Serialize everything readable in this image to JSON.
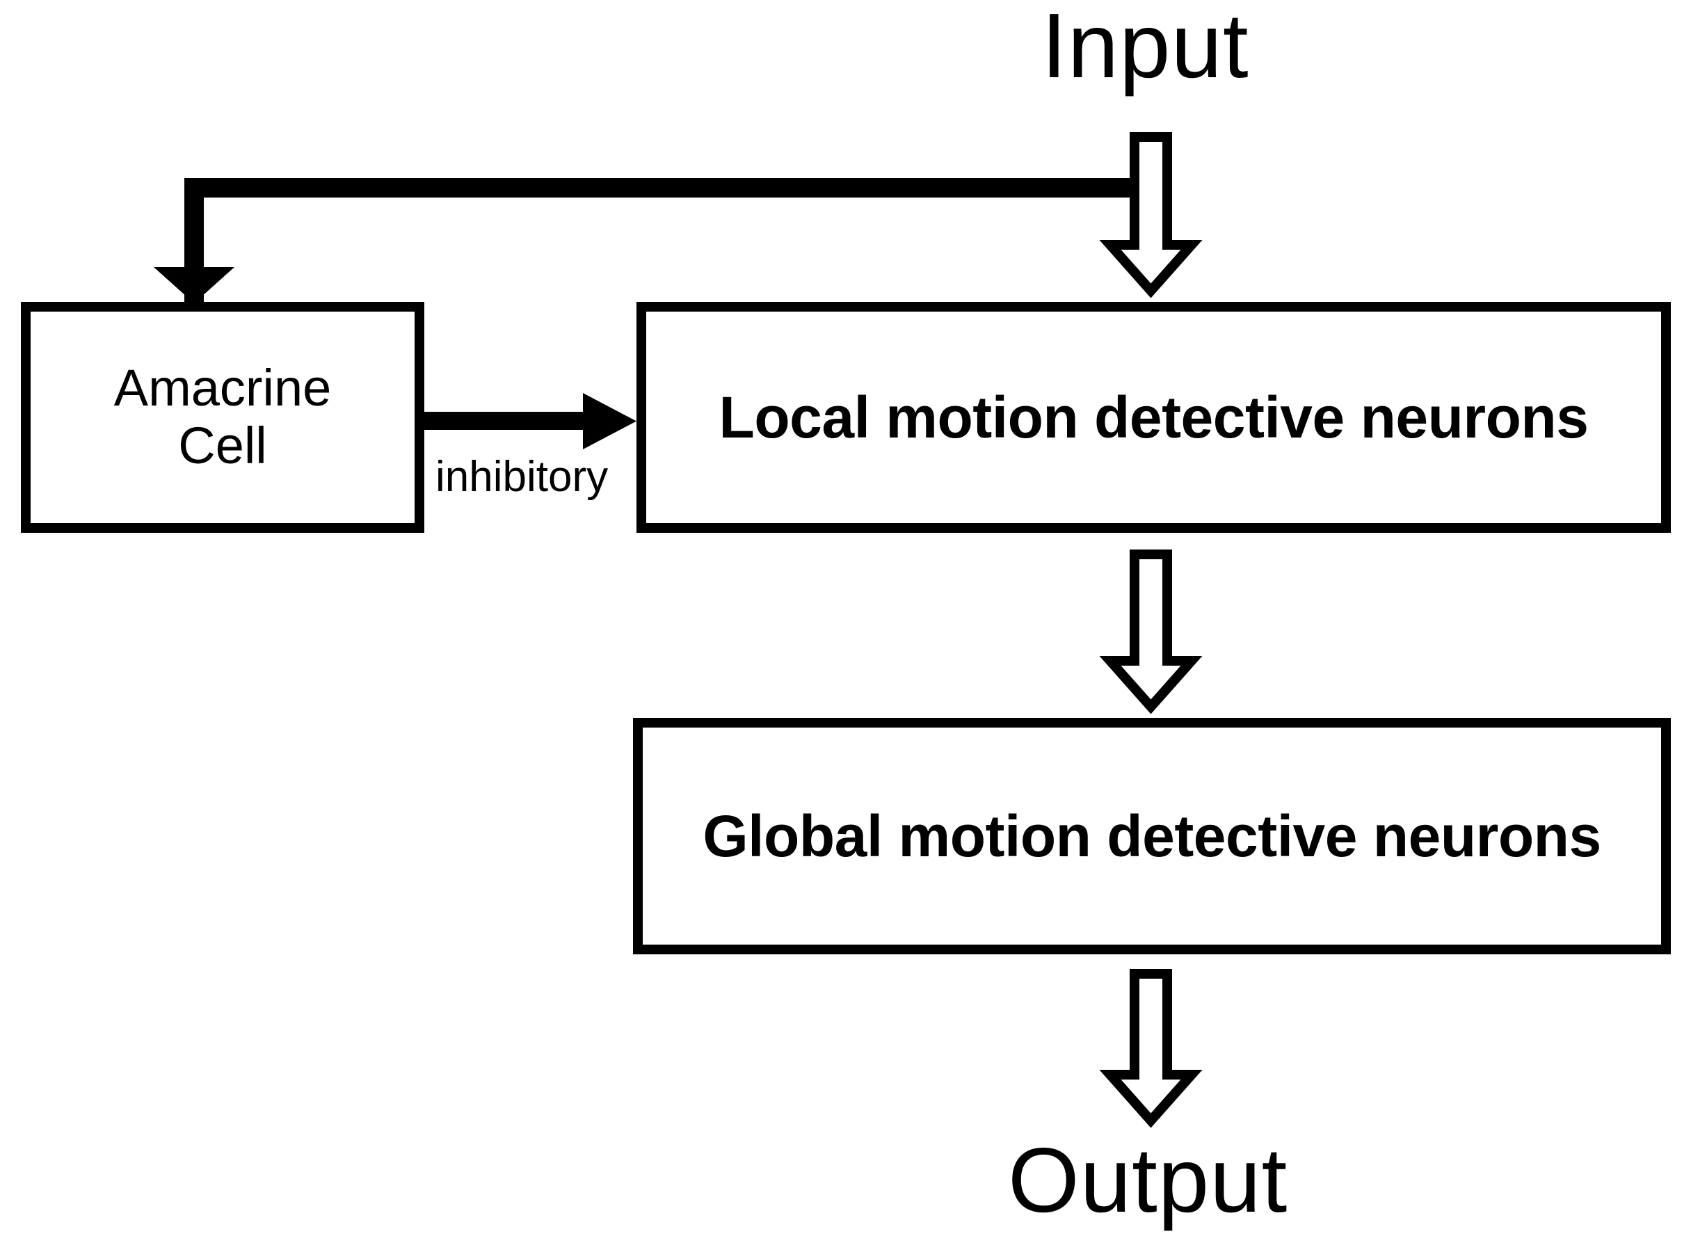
{
  "diagram": {
    "title_input": "Input",
    "title_output": "Output",
    "nodes": [
      {
        "id": "amacrine",
        "label": "Amacrine\nCell",
        "bold": false
      },
      {
        "id": "local",
        "label": "Local motion detective neurons",
        "bold": true
      },
      {
        "id": "global",
        "label": "Global motion detective neurons",
        "bold": true
      }
    ],
    "edges": [
      {
        "id": "input-to-local",
        "label": "",
        "style": "hollow-arrow",
        "from": "Input",
        "to": "local"
      },
      {
        "id": "input-branch-amacrine",
        "label": "",
        "style": "solid-arrow",
        "from": "Input",
        "to": "amacrine"
      },
      {
        "id": "amacrine-to-local",
        "label": "inhibitory",
        "style": "solid-arrow",
        "from": "amacrine",
        "to": "local"
      },
      {
        "id": "local-to-global",
        "label": "",
        "style": "hollow-arrow",
        "from": "local",
        "to": "global"
      },
      {
        "id": "global-to-output",
        "label": "",
        "style": "hollow-arrow",
        "from": "global",
        "to": "Output"
      }
    ],
    "colors": {
      "stroke": "#000000",
      "fill": "#ffffff",
      "background": "#ffffff"
    }
  }
}
